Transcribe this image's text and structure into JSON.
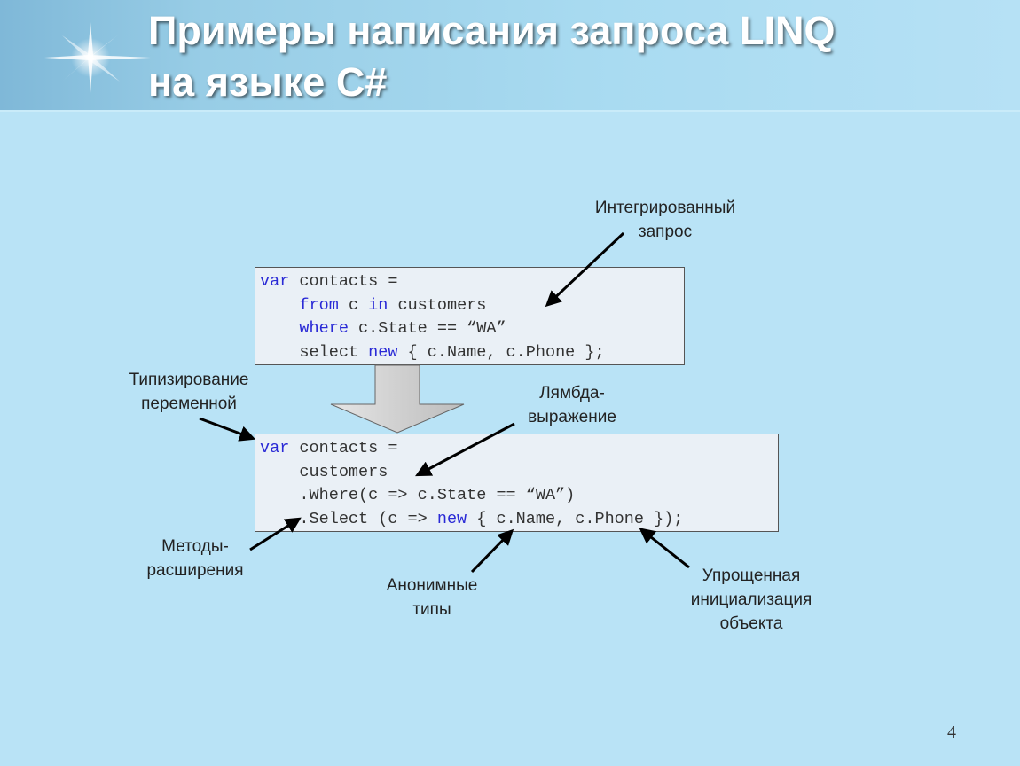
{
  "slide": {
    "title_line1": "Примеры написания запроса LINQ",
    "title_line2": "на языке C#",
    "page_number": "4"
  },
  "code_top": [
    {
      "p1": "",
      "k1": "var",
      "p2": " contacts =",
      "k2": "",
      "p3": "",
      "k3": "",
      "p4": ""
    },
    {
      "p1": "    ",
      "k1": "from",
      "p2": " c ",
      "k2": "in",
      "p3": " customers",
      "k3": "",
      "p4": ""
    },
    {
      "p1": "    ",
      "k1": "where",
      "p2": " c.State == “WA”",
      "k2": "",
      "p3": "",
      "k3": "",
      "p4": ""
    },
    {
      "p1": "    select ",
      "k1": "new",
      "p2": " { c.Name, c.Phone };",
      "k2": "",
      "p3": "",
      "k3": "",
      "p4": ""
    }
  ],
  "code_bottom": [
    {
      "p1": "",
      "k1": "var",
      "p2": " contacts =",
      "k2": "",
      "p3": ""
    },
    {
      "p1": "    customers",
      "k1": "",
      "p2": "",
      "k2": "",
      "p3": ""
    },
    {
      "p1": "    .Where(c => c.State == “WA”)",
      "k1": "",
      "p2": "",
      "k2": "",
      "p3": ""
    },
    {
      "p1": "    .Select (c => ",
      "k1": "new",
      "p2": " { c.Name, c.Phone });",
      "k2": "",
      "p3": ""
    }
  ],
  "labels": {
    "integrated_query": [
      "Интегрированный",
      "запрос"
    ],
    "var_typing": [
      "Типизирование",
      "переменной"
    ],
    "lambda": [
      "Лямбда-",
      "выражение"
    ],
    "extension_methods": [
      "Методы-",
      "расширения"
    ],
    "anonymous_types": [
      "Анонимные",
      "типы"
    ],
    "object_init": [
      "Упрощенная",
      "инициализация",
      "объекта"
    ]
  },
  "colors": {
    "background": "#b9e3f6",
    "keyword": "#2a2ad6",
    "code_bg": "#eaf0f6"
  }
}
